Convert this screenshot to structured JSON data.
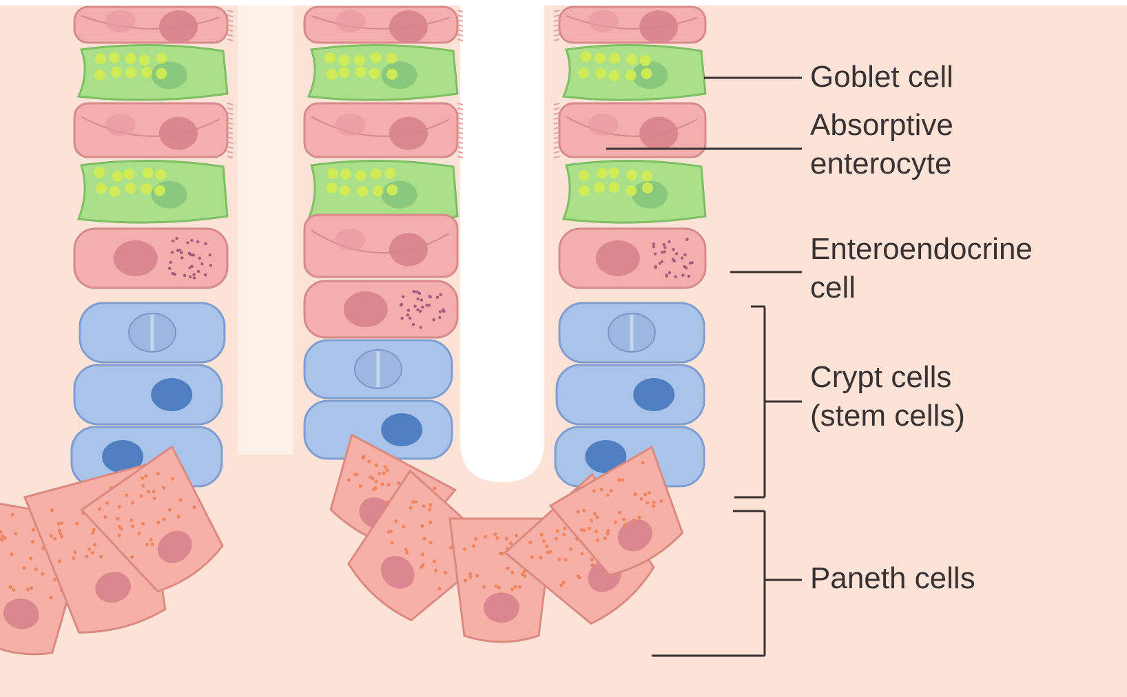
{
  "labels": {
    "goblet": "Goblet cell",
    "absorptive": "Absorptive\nenterocyte",
    "enteroendocrine": "Enteroendocrine\ncell",
    "crypt": "Crypt cells\n(stem cells)",
    "paneth": "Paneth cells"
  },
  "colors": {
    "background": "#fbe4d7",
    "lumen": "#ffffff",
    "absorptive_cell": "#f4aeae",
    "goblet_cell": "#abe08a",
    "goblet_granule": "#d3ec52",
    "stem_cell": "#a9c4eb",
    "paneth_cell": "#f6b0a5",
    "paneth_granule": "#ef8561",
    "nucleus": "#d8838d",
    "label_text": "#3a3133",
    "leader_line": "#3a3133"
  }
}
